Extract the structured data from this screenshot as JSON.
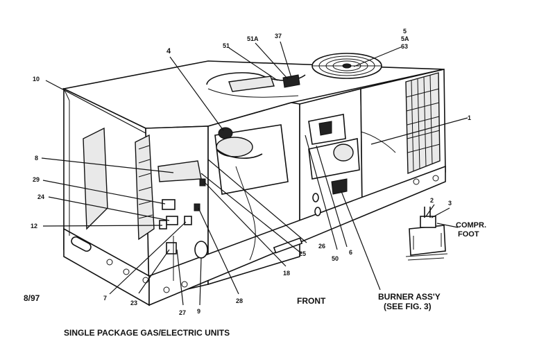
{
  "date_code": "8/97",
  "view_label": "FRONT",
  "caption": "SINGLE PACKAGE GAS/ELECTRIC UNITS",
  "burner_label_line1": "BURNER ASS'Y",
  "burner_label_line2": "(SEE FIG. 3)",
  "compr_label_line1": "COMPR.",
  "compr_label_line2": "FOOT",
  "callouts": {
    "c1": "1",
    "c2": "2",
    "c3": "3",
    "c4": "4",
    "c5": "5",
    "c5a": "5A",
    "c63": "63",
    "c6": "6",
    "c7": "7",
    "c8": "8",
    "c9": "9",
    "c10": "10",
    "c12": "12",
    "c18": "18",
    "c23": "23",
    "c24": "24",
    "c25": "25",
    "c26": "26",
    "c27": "27",
    "c28": "28",
    "c29": "29",
    "c37": "37",
    "c50": "50",
    "c51": "51",
    "c51a": "51A"
  }
}
